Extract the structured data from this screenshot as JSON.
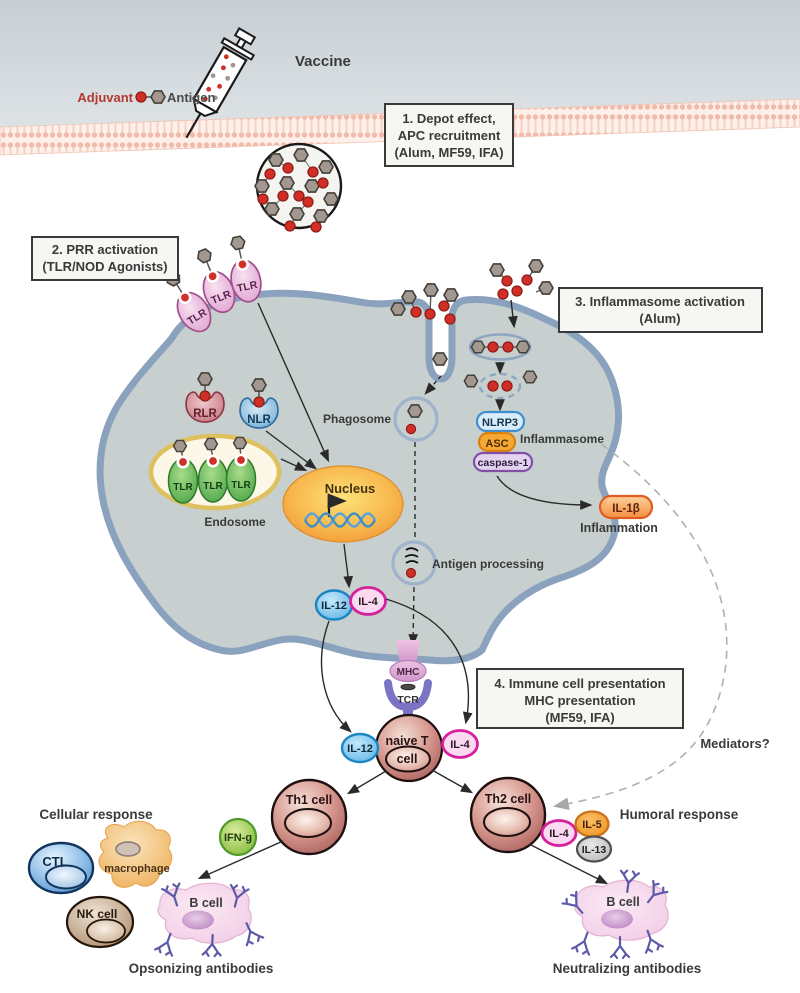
{
  "labels": {
    "vaccine": "Vaccine",
    "adjuvant": "Adjuvant",
    "antigen": "Antigen",
    "phagosome": "Phagosome",
    "endosome": "Endosome",
    "nucleus": "Nucleus",
    "antigen_processing": "Antigen processing",
    "inflammasome": "Inflammasome",
    "inflammation": "Inflammation",
    "mediators": "Mediators?",
    "mhc": "MHC",
    "tcr": "TCR",
    "cellular_response": "Cellular response",
    "humoral_response": "Humoral response",
    "opsonizing": "Opsonizing antibodies",
    "neutralizing": "Neutralizing antibodies"
  },
  "receptors": {
    "tlr": "TLR",
    "rlr": "RLR",
    "nlr": "NLR"
  },
  "inflammasome": {
    "nlrp3": "NLRP3",
    "asc": "ASC",
    "caspase1": "caspase-1"
  },
  "cytokines": {
    "il12": "IL-12",
    "il4": "IL-4",
    "il1b": "IL-1β",
    "ifng": "IFN-g",
    "il5": "IL-5",
    "il13": "IL-13"
  },
  "cells": {
    "naive_t_1": "naive T",
    "naive_t_2": "cell",
    "th1": "Th1 cell",
    "th2": "Th2 cell",
    "ctl": "CTL",
    "macrophage": "macrophage",
    "nk": "NK cell",
    "b": "B cell"
  },
  "boxes": {
    "box1": {
      "line1": "1. Depot effect,",
      "line2": "APC recruitment",
      "line3": "(Alum, MF59, IFA)"
    },
    "box2": {
      "line1": "2. PRR activation",
      "line2": "(TLR/NOD Agonists)"
    },
    "box3": {
      "line1": "3. Inflammasome activation",
      "line2": "(Alum)"
    },
    "box4": {
      "line1": "4. Immune cell presentation",
      "line2": "MHC presentation",
      "line3": "(MF59, IFA)"
    }
  },
  "colors": {
    "cell_fill": "#c7d0ce",
    "cell_border": "#8ba2bf",
    "membrane_pink": "#f2baa8",
    "box_fill": "#f6f6f3",
    "box_border": "#3a3a3a",
    "adjuvant_red": "#cf2f27",
    "antigen_gray": "#a29890",
    "nucleus_orange": "#ef8d2c",
    "il12_blue": "#1b86c3",
    "il4_pink": "#d6219c",
    "il1b_orange": "#e05c20",
    "ifng_green": "#4e9a27",
    "tlr_pink": "#dc9cd0",
    "endosome_tlr_green": "#44a244",
    "tcr_purple": "#7b74c5",
    "antibody_purple": "#5c5aa8",
    "tcell_red": "#a05450",
    "bcell_pink": "#f0c6e2"
  }
}
